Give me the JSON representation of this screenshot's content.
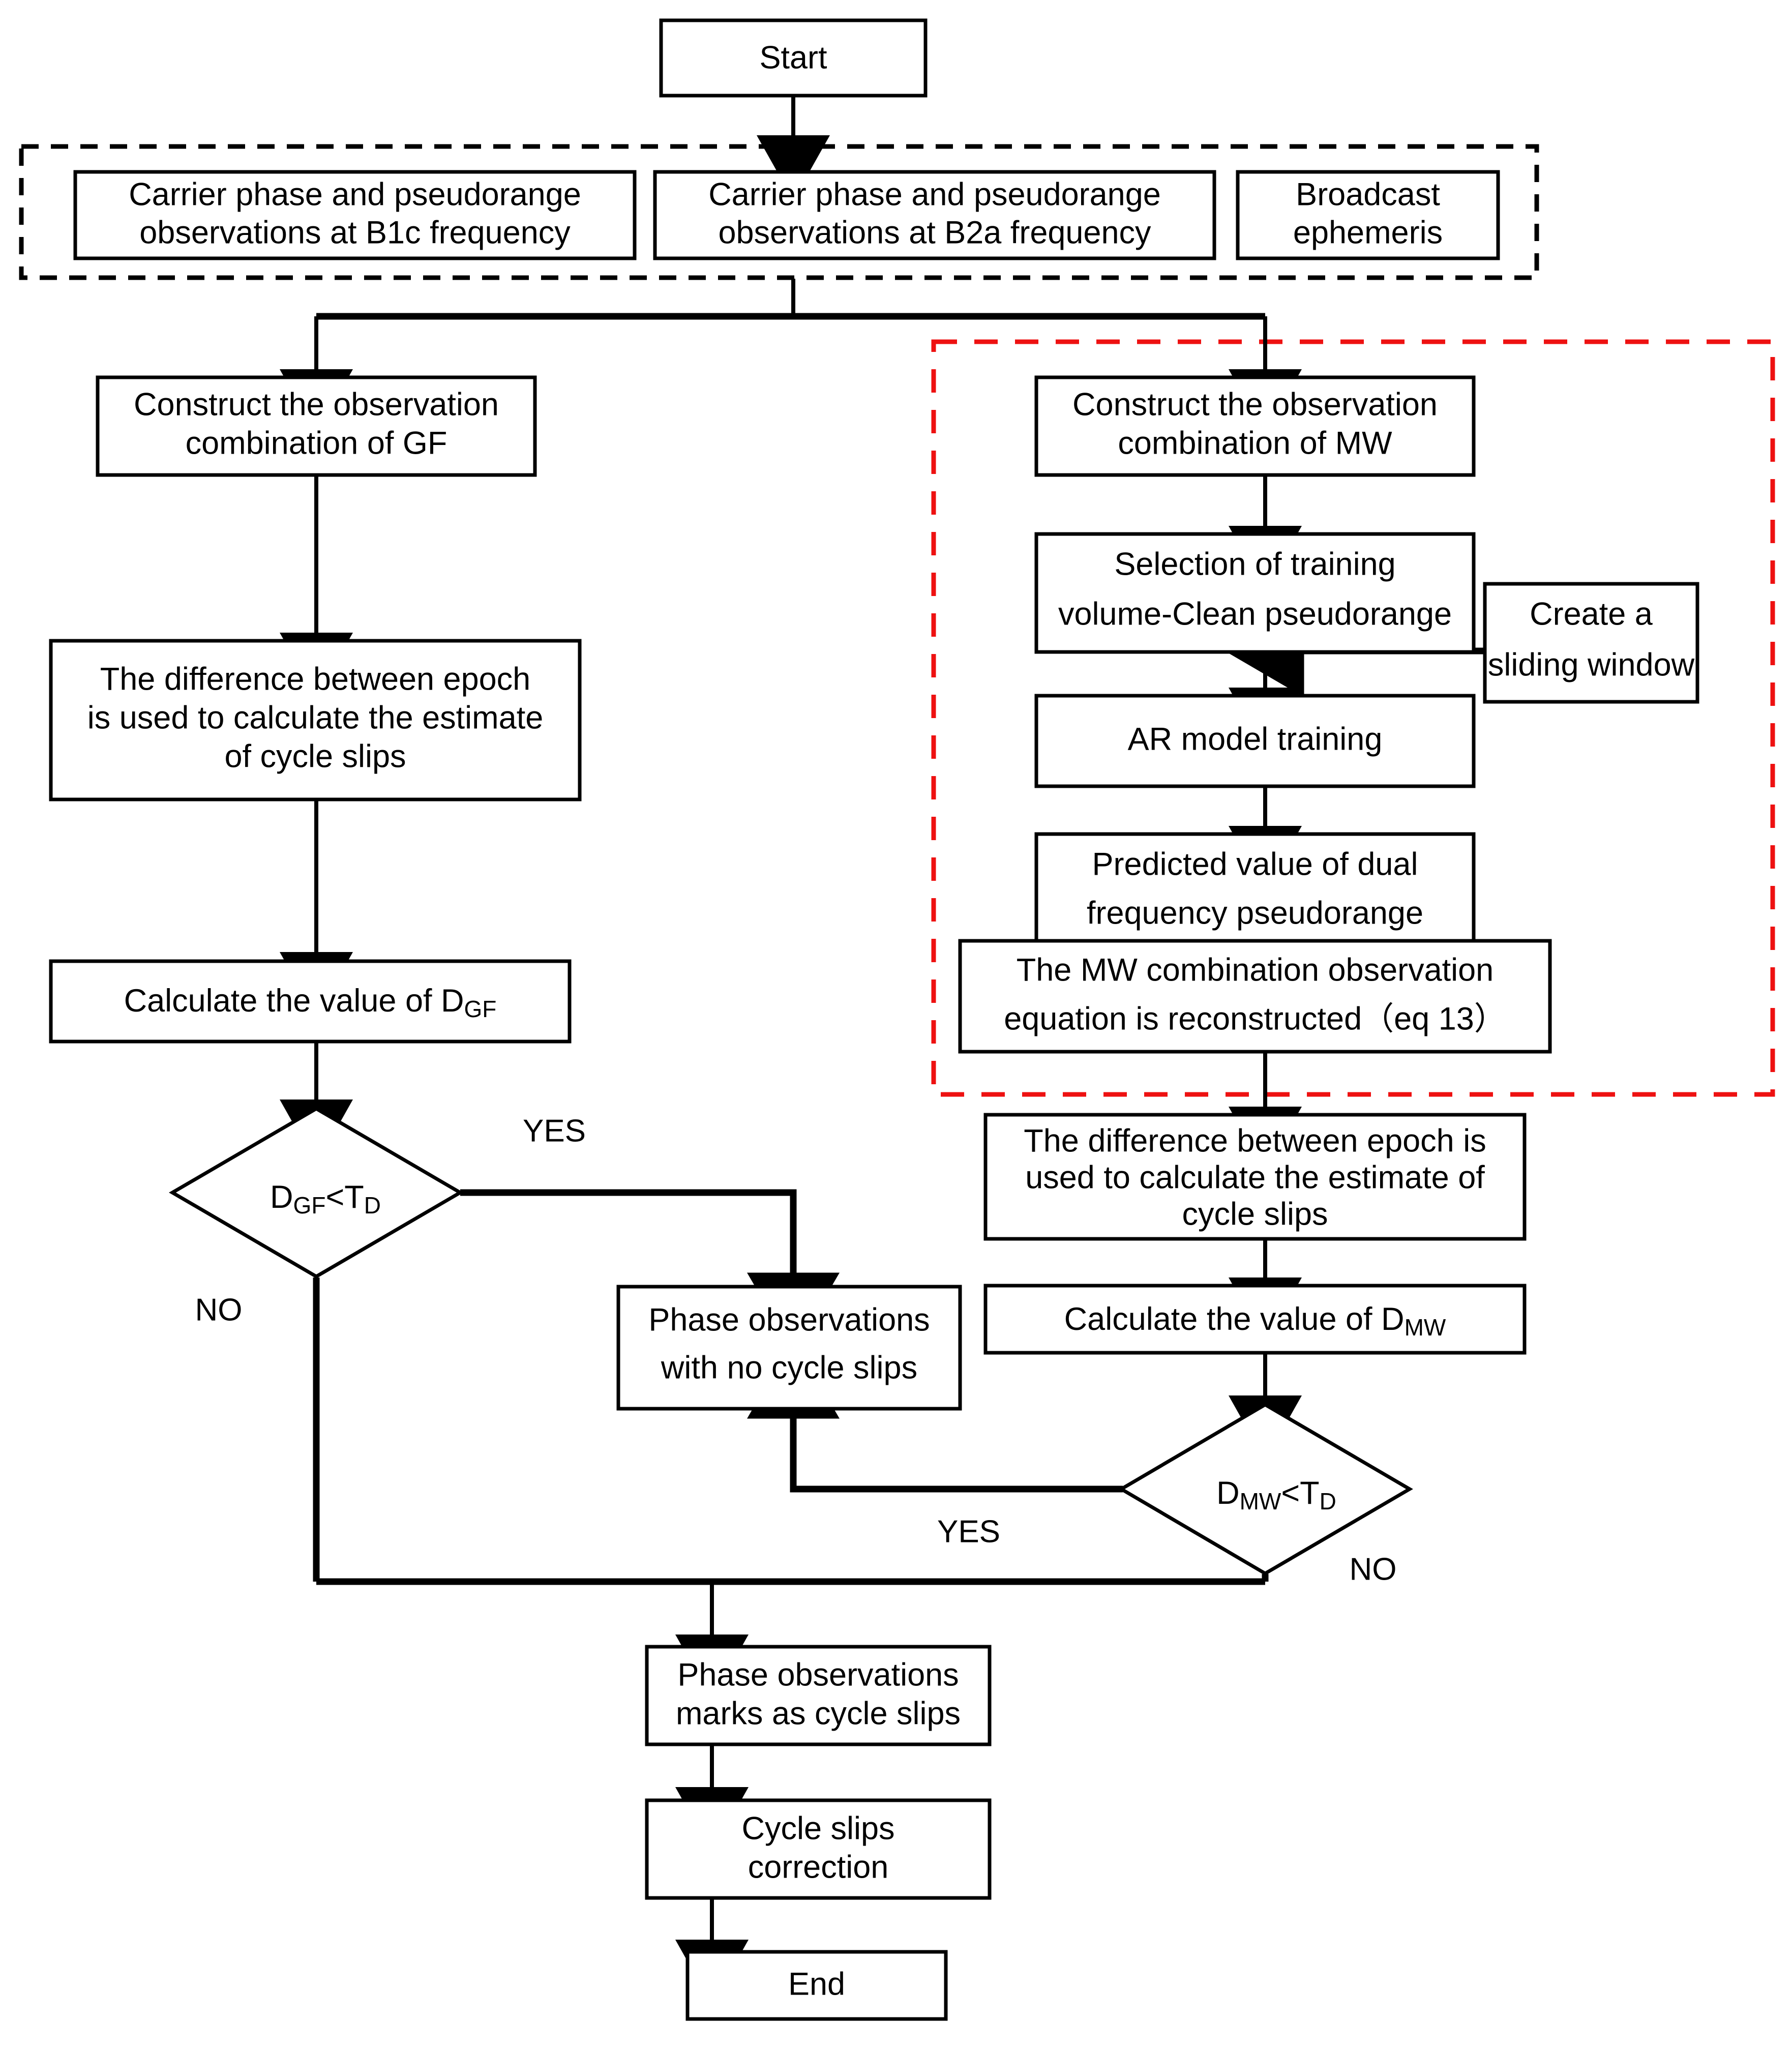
{
  "diagram": {
    "title": "Cycle slip detection and correction flowchart",
    "colors": {
      "stroke": "#000000",
      "background": "#ffffff",
      "highlight_dash": "#ee1111",
      "input_group_dash": "#000000"
    }
  },
  "nodes": {
    "start": {
      "label": "Start"
    },
    "input_b1c": {
      "line1": "Carrier phase and pseudorange",
      "line2": "observations at B1c frequency"
    },
    "input_b2a": {
      "line1": "Carrier phase and pseudorange",
      "line2": "observations at B2a frequency"
    },
    "input_ephemeris": {
      "line1": "Broadcast",
      "line2": "ephemeris"
    },
    "gf_construct": {
      "line1": "Construct the observation",
      "line2": "combination of GF"
    },
    "gf_difference": {
      "line1": "The difference between epoch",
      "line2": "is used to calculate the estimate",
      "line3": "of cycle slips"
    },
    "gf_calc": {
      "prefix": "Calculate the value of D",
      "sub": "GF"
    },
    "gf_decision": {
      "prefix": "D",
      "sub1": "GF",
      "op": "<T",
      "sub2": "D"
    },
    "mw_construct": {
      "line1": "Construct the observation",
      "line2": "combination of MW"
    },
    "mw_training_selection": {
      "line1": "Selection of training",
      "line2": "volume-Clean pseudorange"
    },
    "sliding_window": {
      "line1": "Create a",
      "line2": "sliding window"
    },
    "ar_training": {
      "line1": "AR model training"
    },
    "predicted_value": {
      "line1": "Predicted value of dual",
      "line2": "frequency pseudorange"
    },
    "mw_reconstruct": {
      "line1": "The MW combination observation",
      "line2": "equation is reconstructed（eq 13）"
    },
    "mw_difference": {
      "line1": "The difference between epoch is",
      "line2": "used to calculate the estimate of",
      "line3": "cycle slips"
    },
    "mw_calc": {
      "prefix": "Calculate the value of D",
      "sub": "MW"
    },
    "mw_decision": {
      "prefix": "D",
      "sub1": "MW",
      "op": "<T",
      "sub2": "D"
    },
    "no_cycle_slips": {
      "line1": "Phase observations",
      "line2": "with no cycle slips"
    },
    "marks_cycle_slips": {
      "line1": "Phase observations",
      "line2": "marks as cycle slips"
    },
    "correction": {
      "line1": "Cycle slips",
      "line2": "correction"
    },
    "end": {
      "label": "End"
    }
  },
  "edge_labels": {
    "gf_yes": "YES",
    "gf_no": "NO",
    "mw_yes": "YES",
    "mw_no": "NO"
  }
}
